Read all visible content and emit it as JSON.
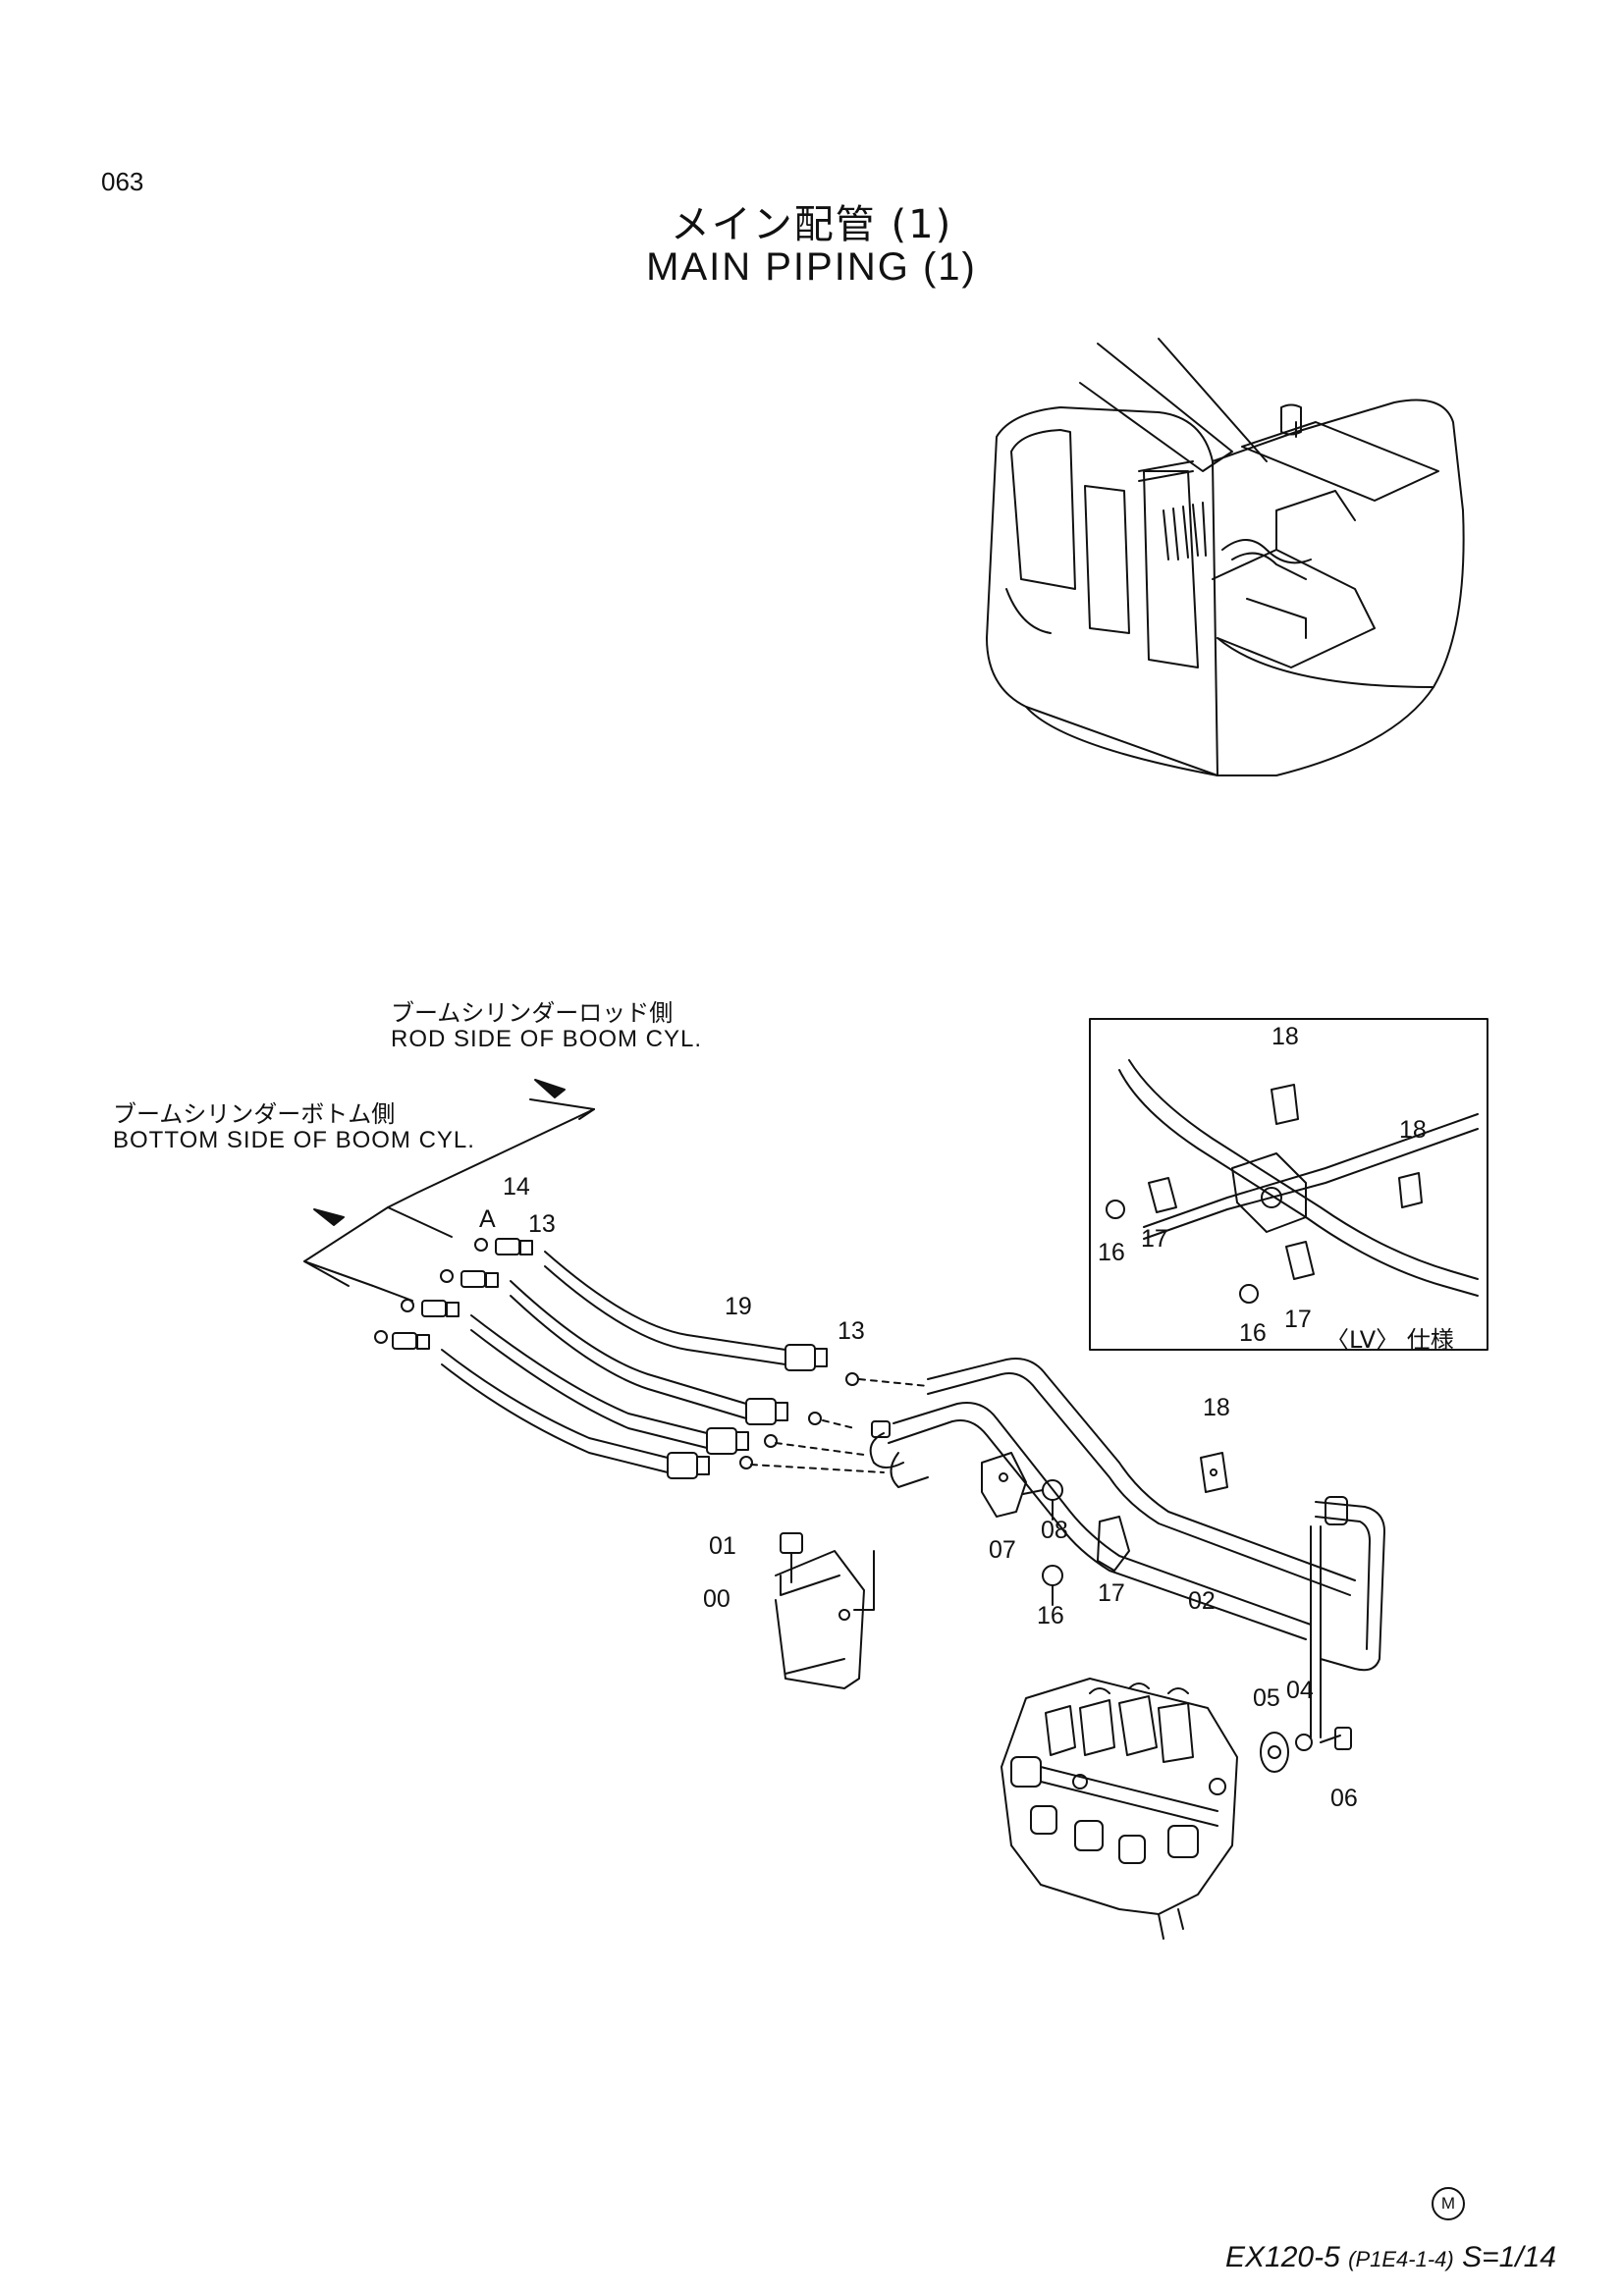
{
  "page_number": "063",
  "title": {
    "jp": "メイン配管 (1)",
    "en": "MAIN PIPING (1)"
  },
  "callouts": {
    "rod_side_jp": "ブームシリンダーロッド側",
    "rod_side_en": "ROD SIDE OF BOOM CYL.",
    "bottom_side_jp": "ブームシリンダーボトム側",
    "bottom_side_en": "BOTTOM SIDE OF BOOM CYL.",
    "view_a": "A"
  },
  "inset": {
    "spec_label": "〈LV〉 仕様",
    "part_labels": [
      "18",
      "18",
      "17",
      "16",
      "17",
      "16"
    ]
  },
  "part_labels": [
    "14",
    "13",
    "19",
    "13",
    "18",
    "01",
    "00",
    "07",
    "08",
    "17",
    "16",
    "02",
    "05",
    "04",
    "06"
  ],
  "footer": {
    "model": "EX120-5",
    "code": "(P1E4-1-4)",
    "scale": "S=1/14",
    "mark": "M"
  }
}
